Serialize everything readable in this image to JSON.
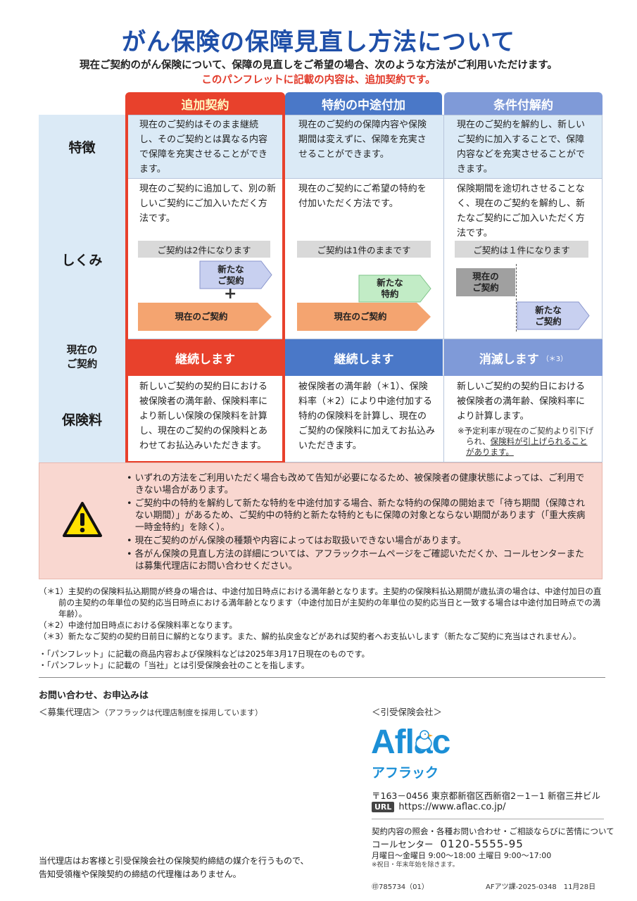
{
  "header": {
    "title": "がん保険の保障見直し方法について",
    "subtitle": "現在ご契約のがん保険について、保障の見直しをご希望の場合、次のような方法がご利用いただけます。",
    "notice": "このパンフレットに記載の内容は、追加契約です。"
  },
  "columns": [
    {
      "label": "追加契約"
    },
    {
      "label": "特約の中途付加"
    },
    {
      "label": "条件付解約"
    }
  ],
  "rows": {
    "features": {
      "label": "特徴",
      "cells": [
        "現在のご契約はそのまま継続し、そのご契約とは異なる内容で保障を充実させることができます。",
        "現在のご契約の保障内容や保険期間は変えずに、保障を充実させることができます。",
        "現在のご契約を解約し、新しいご契約に加入することで、保障内容などを充実させることができます。"
      ]
    },
    "mechanism": {
      "label": "しくみ",
      "cells": [
        "現在のご契約に追加して、別の新しいご契約にご加入いただく方法です。",
        "現在のご契約にご希望の特約を付加いただく方法です。",
        "保険期間を途切れさせることなく、現在のご契約を解約し、新たなご契約にご加入いただく方法です。"
      ],
      "count_bars": [
        "ご契約は2件になります",
        "ご契約は1件のままです",
        "ご契約は１件になります"
      ],
      "diagram": {
        "new_contract": "新たな\nご契約",
        "plus": "+",
        "current_contract": "現在のご契約",
        "new_rider": "新たな\n特約",
        "current_contract_short": "現在の\nご契約"
      }
    },
    "current": {
      "label": "現在の\nご契約",
      "cells": [
        "継続します",
        "継続します",
        "消滅します"
      ],
      "footnote_mark": "（＊3）"
    },
    "premium": {
      "label": "保険料",
      "cells": [
        "新しいご契約の契約日における被保険者の満年齢、保険料率により新しい保険の保険料を計算し、現在のご契約の保険料とあわせてお払込みいただきます。",
        "被保険者の満年齢（＊1）、保険料率（＊2）により中途付加する特約の保険料を計算し、現在のご契約の保険料に加えてお払込みいただきます。",
        "新しいご契約の契約日における被保険者の満年齢、保険料率により計算します。"
      ],
      "sub_note_prefix": "※予定利率が現在のご契約より引下げられ、",
      "sub_note_link": "保険料が引上げられることがあります。"
    }
  },
  "cautions": [
    "いずれの方法をご利用いただく場合も改めて告知が必要になるため、被保険者の健康状態によっては、ご利用できない場合があります。",
    "ご契約中の特約を解約して新たな特約を中途付加する場合、新たな特約の保障の開始まで「待ち期間（保障されない期間）」があるため、ご契約中の特約と新たな特約ともに保障の対象とならない期間があります（「重大疾病一時金特約」を除く）。",
    "現在ご契約のがん保険の種類や内容によってはお取扱いできない場合があります。",
    "各がん保険の見直し方法の詳細については、アフラックホームページをご確認いただくか、コールセンターまたは募集代理店にお問い合わせください。"
  ],
  "footnotes": [
    "（＊1）主契約の保険料払込期間が終身の場合は、中途付加日時点における満年齢となります。主契約の保険料払込期間が歳払済の場合は、中途付加日の直前の主契約の年単位の契約応当日時点における満年齢となります（中途付加日が主契約の年単位の契約応当日と一致する場合は中途付加日時点での満年齢）。",
    "（＊2）中途付加日時点における保険料率となります。",
    "（＊3）新たなご契約の契約日前日に解約となります。また、解約払戻金などがあれば契約者へお支払いします（新たなご契約に充当はされません）。"
  ],
  "bullets": [
    "・「パンフレット」に記載の商品内容および保険料などは2025年3月17日現在のものです。",
    "・「パンフレット」に記載の「当社」とは引受保険会社のことを指します。"
  ],
  "contact": {
    "title": "お問い合わせ、お申込みは",
    "agent_label": "＜募集代理店＞",
    "agent_sub": "（アフラックは代理店制度を採用しています）",
    "insurer_label": "＜引受保険会社＞",
    "logo": "Aflac",
    "logo_kana": "アフラック",
    "address": "〒163－0456 東京都新宿区西新宿2－1－1 新宿三井ビル",
    "url_badge": "URL",
    "url": "https://www.aflac.co.jp/",
    "call_desc": "契約内容の照会・各種お問い合わせ・ご相談ならびに苦情について",
    "call_label": "コールセンター",
    "call_number": "0120-5555-95",
    "hours": "月曜日～金曜日 9:00～18:00  土曜日 9:00～17:00",
    "hours_note": "※祝日・年末年始を除きます。",
    "agent_note": "当代理店はお客様と引受保険会社の保険契約締結の媒介を行うもので、\n告知受領権や保険契約の締結の代理権はありません。",
    "code_left": "㊞785734（01）",
    "code_right": "AFアツ課-2025-0348　11月28日"
  },
  "colors": {
    "title_blue": "#1f4fa8",
    "red": "#e8412c",
    "blue": "#4a78c8",
    "light_blue": "#7f9ad8",
    "orange_arrow": "#f4a470",
    "lavender_arrow": "#c8d0f0",
    "green_arrow": "#c2ecc6",
    "caution_bg": "#f9d7d0",
    "aflac_blue": "#1b8fd6"
  }
}
